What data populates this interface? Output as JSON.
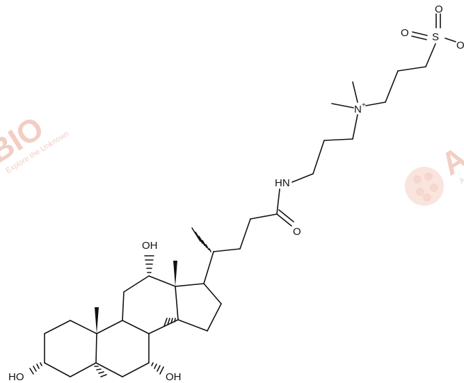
{
  "watermark": {
    "left_brand": "BIO",
    "left_tagline": "Explore the Unknown",
    "right_brand": "A",
    "right_tagline": "Ach",
    "color": "#e9a796"
  },
  "labels": {
    "sulfur": "S",
    "oxygen": "O",
    "nitrogen": "N",
    "charge": "+",
    "amide_nh": "HN",
    "hydroxyl": "OH",
    "hydroxyl_left": "HO"
  }
}
